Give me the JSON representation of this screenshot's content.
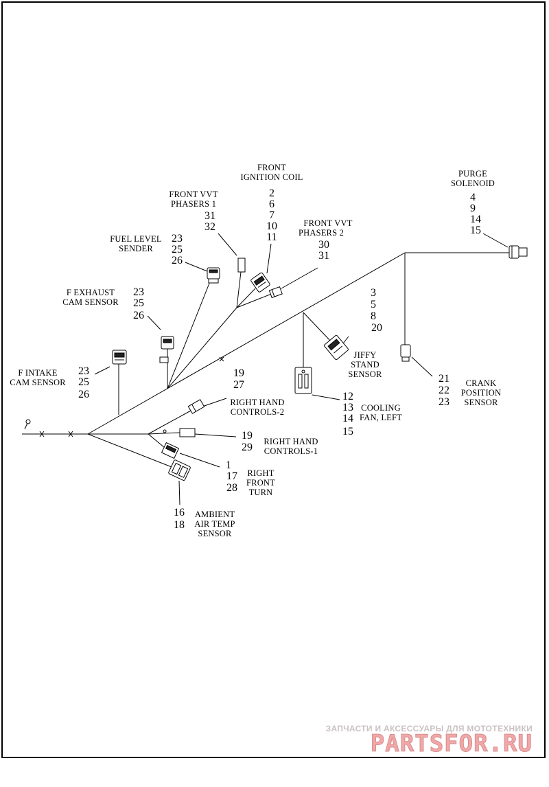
{
  "labels": {
    "front_ignition_coil": {
      "lines": [
        "FRONT",
        "IGNITION COIL"
      ],
      "refs": [
        "2",
        "6",
        "7",
        "10",
        "11"
      ]
    },
    "purge_solenoid": {
      "lines": [
        "PURGE",
        "SOLENOID"
      ],
      "refs": [
        "4",
        "9",
        "14",
        "15"
      ]
    },
    "front_vvt_phasers_1": {
      "lines": [
        "FRONT VVT",
        "PHASERS 1"
      ],
      "refs": [
        "31",
        "32"
      ]
    },
    "front_vvt_phasers_2": {
      "lines": [
        "FRONT VVT",
        "PHASERS 2"
      ],
      "refs": [
        "30",
        "31"
      ]
    },
    "fuel_level_sender": {
      "lines": [
        "FUEL LEVEL",
        "SENDER"
      ],
      "refs": [
        "23",
        "25",
        "26"
      ]
    },
    "f_exhaust_cam_sensor": {
      "lines": [
        "F EXHAUST",
        "CAM SENSOR"
      ],
      "refs": [
        "23",
        "25",
        "26"
      ]
    },
    "jiffy_stand_sensor": {
      "lines": [
        "JIFFY",
        "STAND",
        "SENSOR"
      ],
      "refs": [
        "3",
        "5",
        "8",
        "20"
      ]
    },
    "f_intake_cam_sensor": {
      "lines": [
        "F INTAKE",
        "CAM SENSOR"
      ],
      "refs": [
        "23",
        "25",
        "26"
      ]
    },
    "crank_position_sensor": {
      "lines": [
        "CRANK",
        "POSITION",
        "SENSOR"
      ],
      "refs": [
        "21",
        "22",
        "23"
      ]
    },
    "right_hand_controls_2": {
      "lines": [
        "RIGHT HAND",
        "CONTROLS-2"
      ],
      "refs": [
        "19",
        "27"
      ]
    },
    "cooling_fan_left": {
      "lines": [
        "COOLING",
        "FAN, LEFT"
      ],
      "refs": [
        "12",
        "13",
        "14",
        "15"
      ]
    },
    "right_hand_controls_1": {
      "lines": [
        "RIGHT HAND",
        "CONTROLS-1"
      ],
      "refs": [
        "19",
        "29"
      ]
    },
    "right_front_turn": {
      "lines": [
        "RIGHT",
        "FRONT",
        "TURN"
      ],
      "refs": [
        "1",
        "17",
        "28"
      ]
    },
    "ambient_air_temp_sensor": {
      "lines": [
        "AMBIENT",
        "AIR TEMP",
        "SENSOR"
      ],
      "refs": [
        "16",
        "18"
      ]
    }
  },
  "watermark": {
    "tagline": "ЗАПЧАСТИ И АКСЕССУАРЫ ДЛЯ МОТОТЕХНИКИ",
    "brand": "PARTSFOR.RU"
  }
}
